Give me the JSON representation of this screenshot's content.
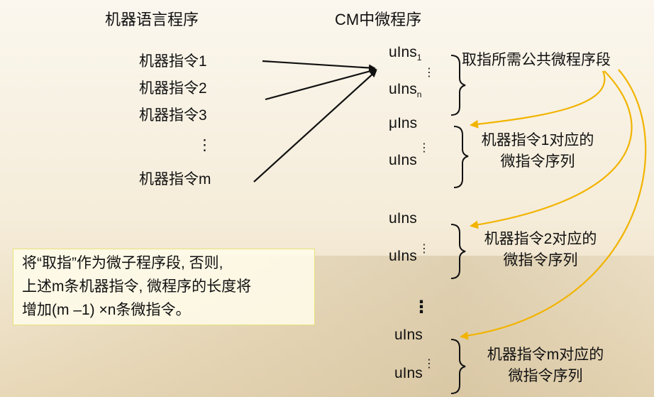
{
  "headings": {
    "left": "机器语言程序",
    "right": "CM中微程序"
  },
  "machine_instructions": [
    "机器指令1",
    "机器指令2",
    "机器指令3",
    "⋮",
    "机器指令m"
  ],
  "microprogram": {
    "fetch_first": "uIns",
    "fetch_first_sub": "1",
    "fetch_dots": "⋮",
    "fetch_last": "uIns",
    "fetch_last_sub": "n",
    "fetch_label": "取指所需公共微程序段",
    "blocks": [
      {
        "first": "μIns",
        "last": "uIns",
        "dots": "⋮",
        "label_line1": "机器指令1对应的",
        "label_line2": "微指令序列"
      },
      {
        "first": "uIns",
        "last": "uIns",
        "dots": "⋮",
        "label_line1": "机器指令2对应的",
        "label_line2": "微指令序列"
      },
      {
        "first": "uIns",
        "last": "uIns",
        "dots": "⋮",
        "label_line1": "机器指令m对应的",
        "label_line2": "微指令序列"
      }
    ],
    "between_dots": "⋮"
  },
  "note": {
    "line1": "将“取指”作为微子程序段, 否则,",
    "line2": "上述m条机器指令, 微程序的长度将",
    "line3": "增加(m –1) ×n条微指令。"
  },
  "colors": {
    "arrow_black": "#111111",
    "arrow_gold": "#f2b400",
    "note_border": "#e9e37a"
  }
}
